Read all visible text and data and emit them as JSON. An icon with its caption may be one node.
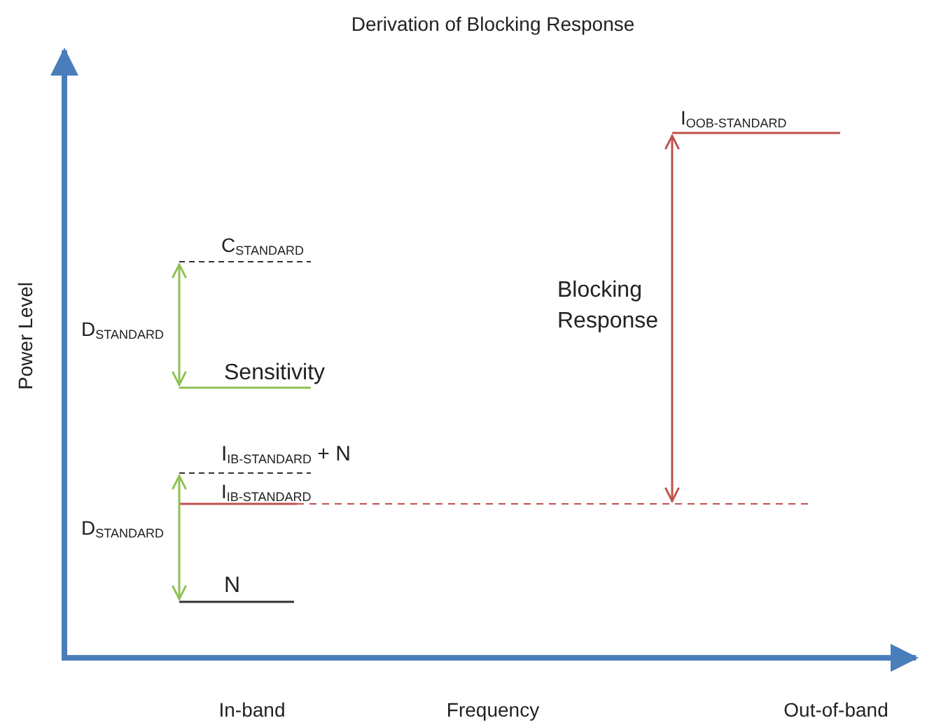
{
  "diagram": {
    "title": "Derivation of Blocking Response",
    "labels": [
      "I$_{OOB-STANDARD}$",
      "C$_{STANDARD}$",
      "Blocking Response",
      "D$_{STANDARD}$",
      "Sensitivity",
      "Power Level",
      "I$_{IB-STANDARD}$ + N",
      "I$_{IB-STANDARD}$",
      "D$_{STANDARD}$",
      "N",
      "In-band",
      "Frequency",
      "Out-of-band"
    ]
  }
}
